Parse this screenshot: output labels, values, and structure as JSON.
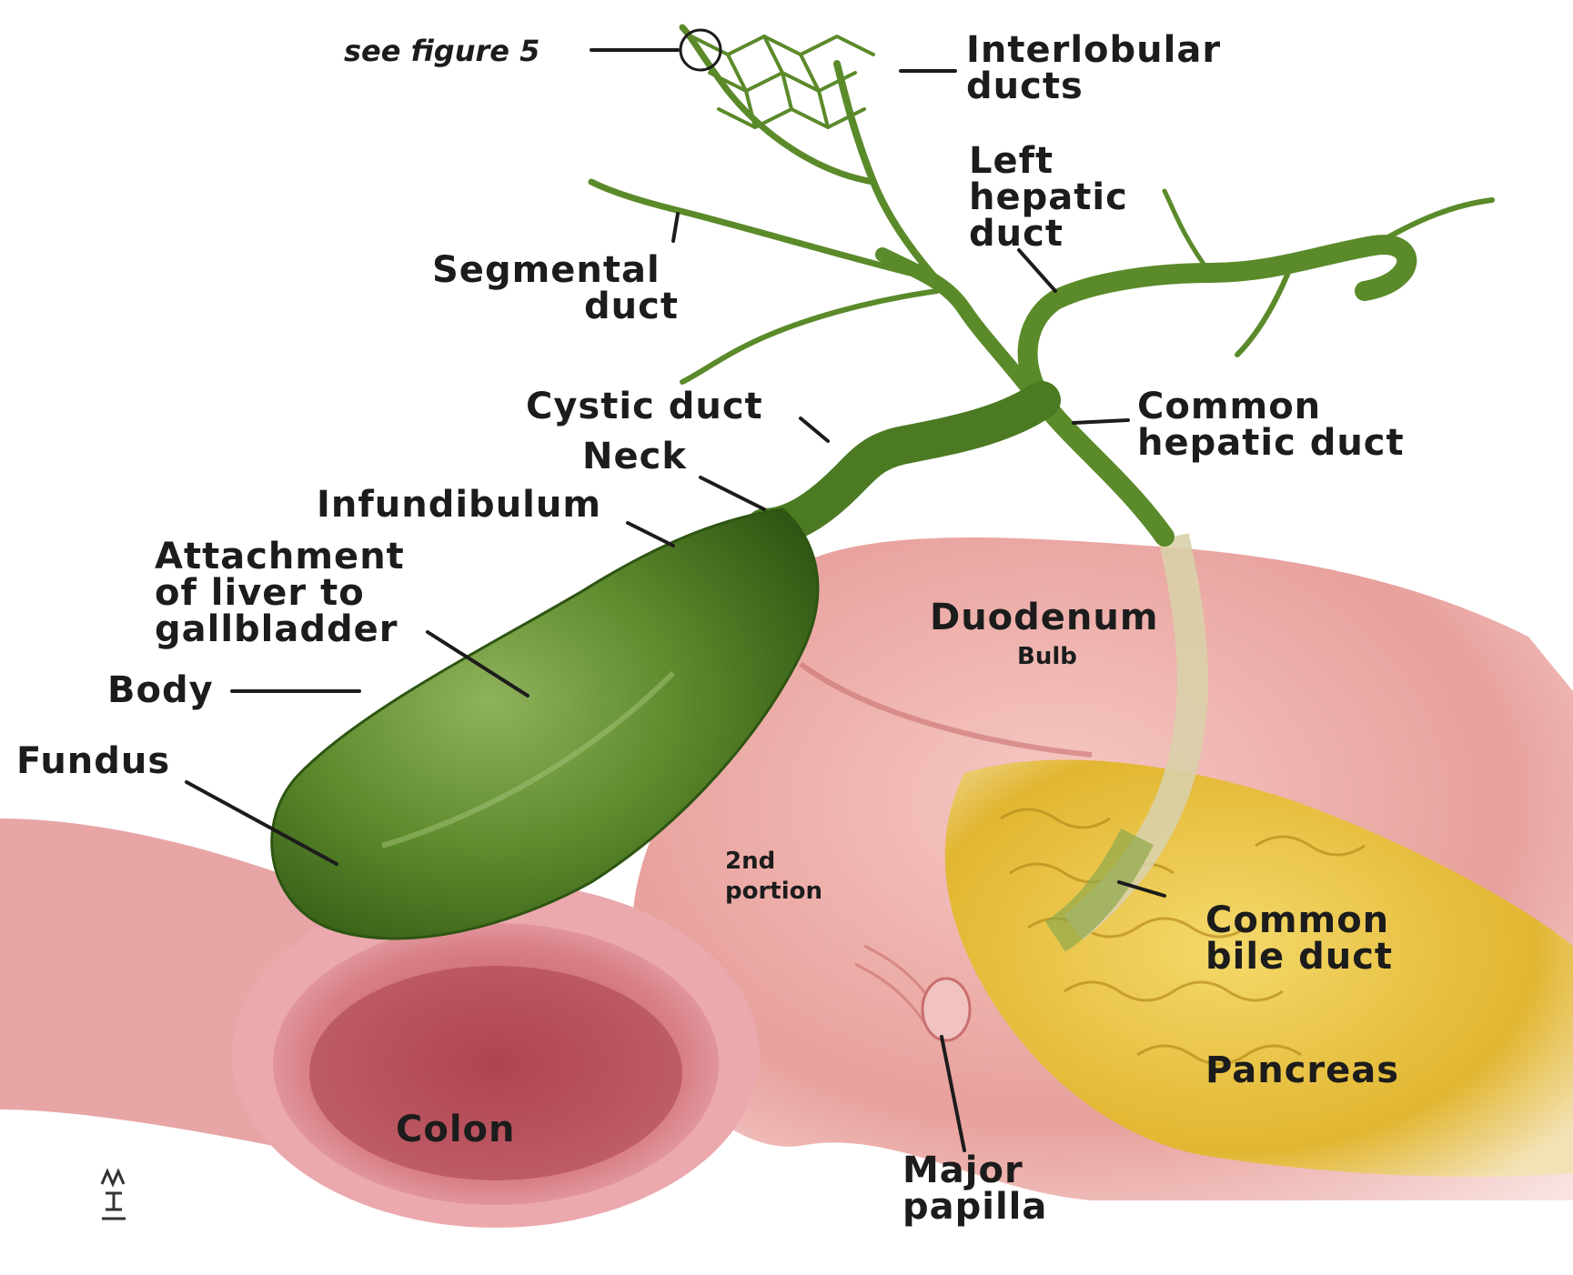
{
  "labels": {
    "see_figure": "see figure 5",
    "interlobular": [
      "Interlobular",
      "ducts"
    ],
    "left_hepatic": [
      "Left",
      "hepatic",
      "duct"
    ],
    "segmental": [
      "Segmental",
      "duct"
    ],
    "cystic": "Cystic duct",
    "common_hepatic": [
      "Common",
      "hepatic duct"
    ],
    "neck": "Neck",
    "infundibulum": "Infundibulum",
    "attachment": [
      "Attachment",
      "of liver to",
      "gallbladder"
    ],
    "body": "Body",
    "fundus": "Fundus",
    "duodenum": "Duodenum",
    "bulb": "Bulb",
    "second_portion": [
      "2nd",
      "portion"
    ],
    "common_bile": [
      "Common",
      "bile duct"
    ],
    "pancreas": "Pancreas",
    "colon": "Colon",
    "major_papilla": [
      "Major",
      "papilla"
    ]
  },
  "colors": {
    "gallbladder": "#4f7a26",
    "gallbladder_dark": "#2f5214",
    "duct": "#5b8a2a",
    "duodenum": "#e9a3a0",
    "colon": "#d9838a",
    "pancreas": "#e8c13a"
  }
}
